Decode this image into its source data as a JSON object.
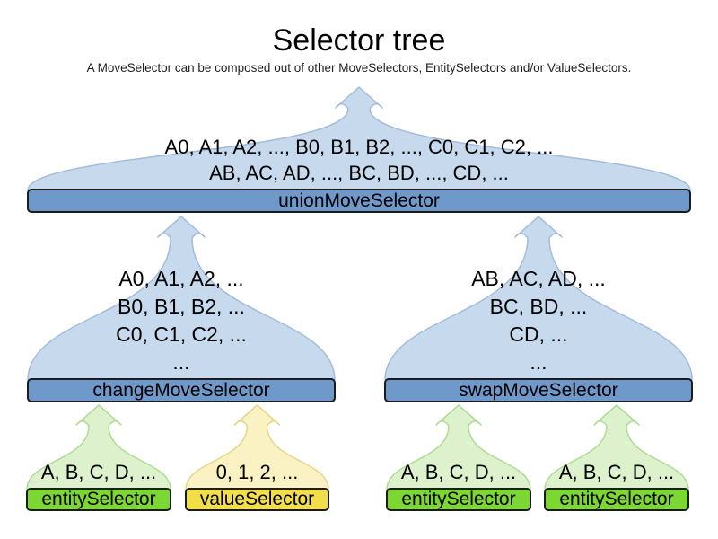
{
  "header": {
    "title": "Selector tree",
    "subtitle": "A MoveSelector can be composed out of other MoveSelectors, EntitySelectors and/or ValueSelectors."
  },
  "themes": {
    "blue": {
      "dome_fill": "#C7DAED",
      "dome_stroke": "#A3BCD9",
      "bar_fill": "#7099CB",
      "bar_stroke": "#1B1B1B"
    },
    "green": {
      "dome_fill": "#DCF1CC",
      "dome_stroke": "#AEDC94",
      "bar_fill": "#7CD733",
      "bar_stroke": "#1B1B1B"
    },
    "yellow": {
      "dome_fill": "#FAF2C2",
      "dome_stroke": "#E3D789",
      "bar_fill": "#F2DE49",
      "bar_stroke": "#1B1B1B"
    }
  },
  "shapes": [
    {
      "id": "unionMoveSelector",
      "label": "unionMoveSelector",
      "theme": "blue",
      "lines": [
        "A0, A1, A2, ..., B0, B1, B2, ..., C0, C1, C2, ...",
        "AB, AC, AD, ..., BC, BD, ..., CD, ..."
      ]
    },
    {
      "id": "changeMoveSelector",
      "label": "changeMoveSelector",
      "theme": "blue",
      "lines": [
        "A0, A1, A2, ...",
        "B0, B1, B2, ...",
        "C0, C1, C2, ...",
        "..."
      ]
    },
    {
      "id": "swapMoveSelector",
      "label": "swapMoveSelector",
      "theme": "blue",
      "lines": [
        "AB, AC, AD, ...",
        "BC, BD, ...",
        "CD, ...",
        "..."
      ]
    },
    {
      "id": "entitySelector-1",
      "label": "entitySelector",
      "theme": "green",
      "lines": [
        "A, B, C, D, ..."
      ]
    },
    {
      "id": "valueSelector",
      "label": "valueSelector",
      "theme": "yellow",
      "lines": [
        "0, 1, 2, ..."
      ]
    },
    {
      "id": "entitySelector-2",
      "label": "entitySelector",
      "theme": "green",
      "lines": [
        "A, B, C, D, ..."
      ]
    },
    {
      "id": "entitySelector-3",
      "label": "entitySelector",
      "theme": "green",
      "lines": [
        "A, B, C, D, ..."
      ]
    }
  ]
}
